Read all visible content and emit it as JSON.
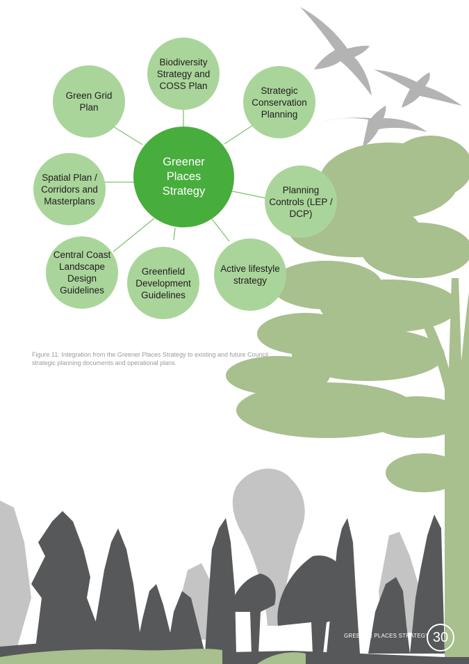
{
  "diagram": {
    "center": "Greener\nPlaces\nStrategy",
    "nodes": {
      "biodiversity": "Biodiversity\nStrategy and\nCOSS Plan",
      "green_grid": "Green Grid\nPlan",
      "strategic_conservation": "Strategic\nConservation\nPlanning",
      "spatial_plan": "Spatial Plan /\nCorridors and\nMasterplans",
      "planning_controls": "Planning\nControls (LEP /\nDCP)",
      "central_coast": "Central Coast\nLandscape\nDesign\nGuidelines",
      "greenfield": "Greenfield\nDevelopment\nGuidelines",
      "active_lifestyle": "Active lifestyle\nstrategy"
    }
  },
  "caption": "Figure 11: Integration from the Greener Places Strategy to existing and future Council strategic planning documents and operational plans.",
  "footer": {
    "label": "GREENER PLACES STRATEGY",
    "page_number": "30"
  },
  "colors": {
    "center": "#47ad3c",
    "node": "#aad59a",
    "connector": "#7cc46d",
    "tree_green": "#a8bf8e",
    "tree_dark": "#56585a",
    "tree_grey": "#b9b9b9",
    "bird": "#b3b3b3"
  }
}
